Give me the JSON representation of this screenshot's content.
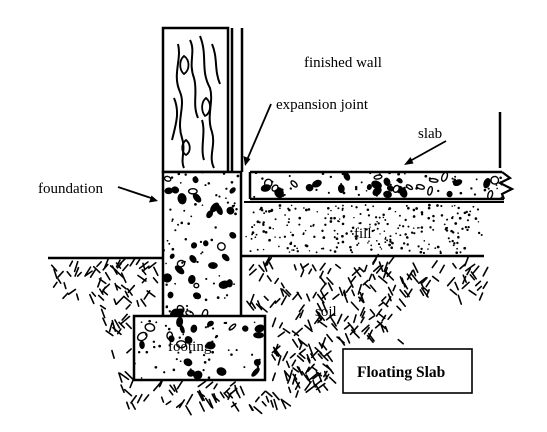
{
  "labels": {
    "finished_wall": "finished wall",
    "expansion_joint": "expansion joint",
    "slab": "slab",
    "foundation": "foundation",
    "fill": "fill",
    "soil": "soil",
    "footing": "footing"
  },
  "title": "Floating Slab",
  "colors": {
    "ink": "#000000",
    "background": "#ffffff"
  }
}
